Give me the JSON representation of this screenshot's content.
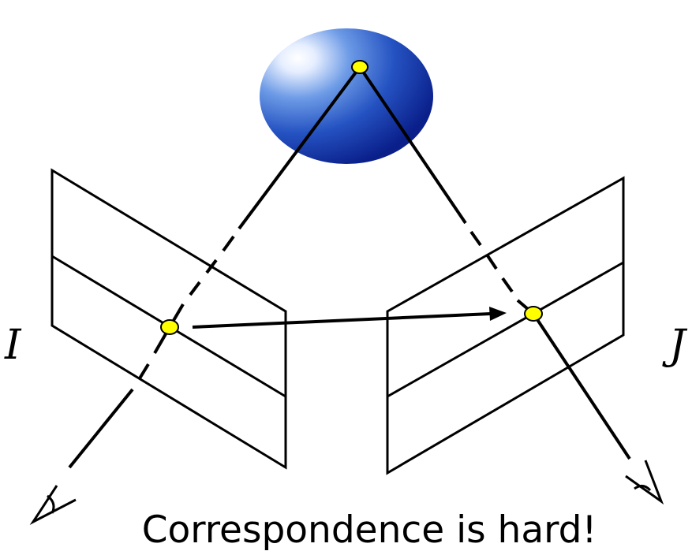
{
  "labels": {
    "left_image": "I",
    "right_image": "J"
  },
  "caption": "Correspondence is hard!",
  "colors": {
    "sphere_highlight": "#ffffff",
    "sphere_mid": "#4a7fd8",
    "sphere_dark": "#0a1f8a",
    "point_fill": "#ffff00",
    "line": "#000000"
  }
}
